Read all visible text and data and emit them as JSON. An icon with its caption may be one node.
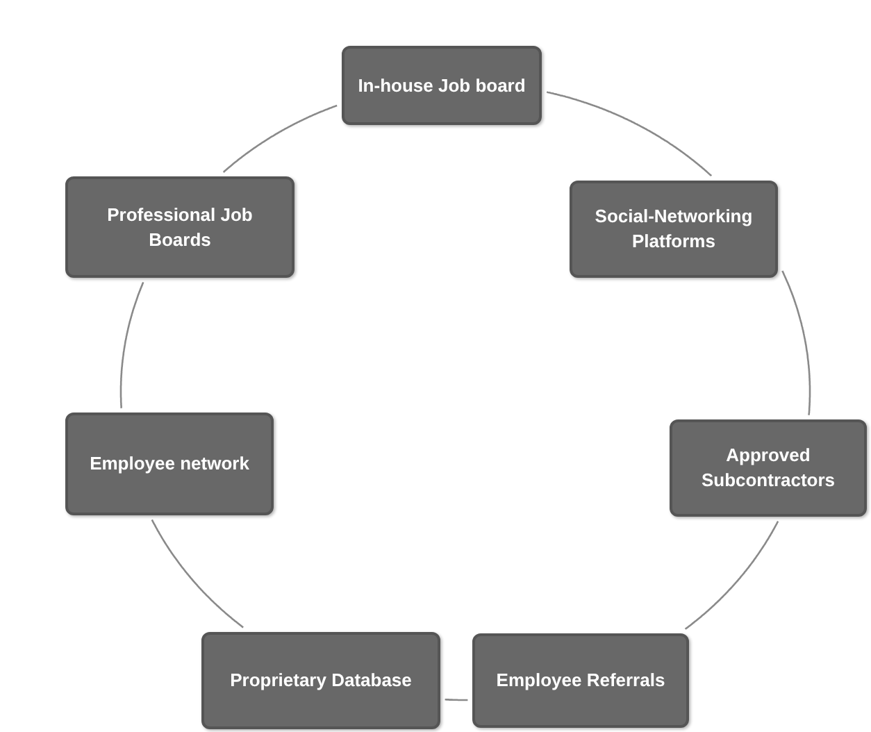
{
  "diagram": {
    "nodes": [
      {
        "text": [
          "In-house Job board"
        ]
      },
      {
        "text": [
          "Social-Networking Platforms"
        ]
      },
      {
        "text": [
          "Approved Subcontractors"
        ]
      },
      {
        "text": [
          "Employee Referrals"
        ]
      },
      {
        "text": [
          "Proprietary Database"
        ]
      },
      {
        "text": [
          "Employee network"
        ]
      },
      {
        "text": [
          "Professional Job Boards"
        ]
      }
    ],
    "edges": [
      {
        "from": 0,
        "to": 1,
        "arrow": "none"
      },
      {
        "from": 1,
        "to": 2,
        "arrow": "none"
      },
      {
        "from": 2,
        "to": 3,
        "arrow": "none"
      },
      {
        "from": 3,
        "to": 4,
        "arrow": "none"
      },
      {
        "from": 4,
        "to": 5,
        "arrow": "none"
      },
      {
        "from": 5,
        "to": 6,
        "arrow": "none"
      },
      {
        "from": 6,
        "to": 0,
        "arrow": "none"
      }
    ]
  }
}
